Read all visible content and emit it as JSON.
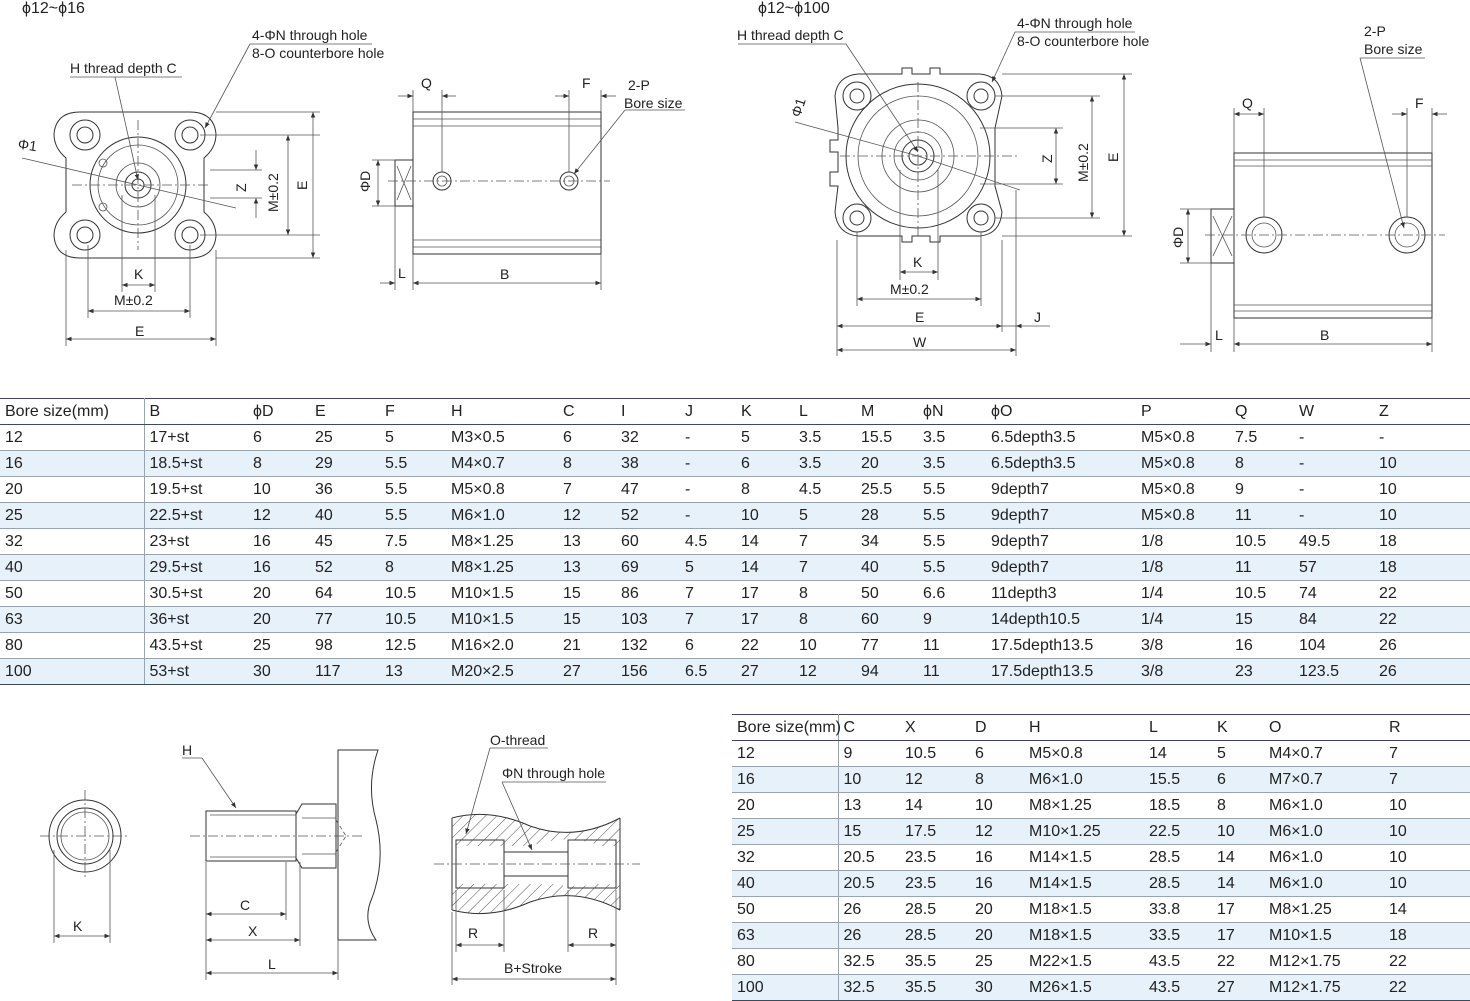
{
  "labels": {
    "range_small": "ϕ12~ϕ16",
    "range_large": "ϕ12~ϕ100",
    "thread_c": "H thread depth C",
    "n_hole": "4-ΦN through hole",
    "o_hole": "8-O counterbore hole",
    "phi1": "Φ1",
    "z": "Z",
    "m_v": "M±0.2",
    "e": "E",
    "k": "K",
    "m_h": "M±0.2",
    "q": "Q",
    "f": "F",
    "p": "2-P",
    "bore": "Bore size",
    "phid": "ΦD",
    "l": "L",
    "b": "B",
    "j": "J",
    "w": "W",
    "h": "H",
    "c": "C",
    "x": "X",
    "r": "R",
    "othread": "O-thread",
    "n_through": "ΦN through hole",
    "bstroke": "B+Stroke"
  },
  "table1": {
    "headers": [
      "Bore size(mm)",
      "B",
      "ϕD",
      "E",
      "F",
      "H",
      "C",
      "I",
      "J",
      "K",
      "L",
      "M",
      "ϕN",
      "ϕO",
      "P",
      "Q",
      "W",
      "Z"
    ],
    "rows": [
      [
        "12",
        "17+st",
        "6",
        "25",
        "5",
        "M3×0.5",
        "6",
        "32",
        "-",
        "5",
        "3.5",
        "15.5",
        "3.5",
        "6.5depth3.5",
        "M5×0.8",
        "7.5",
        "-",
        "-"
      ],
      [
        "16",
        "18.5+st",
        "8",
        "29",
        "5.5",
        "M4×0.7",
        "8",
        "38",
        "-",
        "6",
        "3.5",
        "20",
        "3.5",
        "6.5depth3.5",
        "M5×0.8",
        "8",
        "-",
        "10"
      ],
      [
        "20",
        "19.5+st",
        "10",
        "36",
        "5.5",
        "M5×0.8",
        "7",
        "47",
        "-",
        "8",
        "4.5",
        "25.5",
        "5.5",
        "9depth7",
        "M5×0.8",
        "9",
        "-",
        "10"
      ],
      [
        "25",
        "22.5+st",
        "12",
        "40",
        "5.5",
        "M6×1.0",
        "12",
        "52",
        "-",
        "10",
        "5",
        "28",
        "5.5",
        "9depth7",
        "M5×0.8",
        "11",
        "-",
        "10"
      ],
      [
        "32",
        "23+st",
        "16",
        "45",
        "7.5",
        "M8×1.25",
        "13",
        "60",
        "4.5",
        "14",
        "7",
        "34",
        "5.5",
        "9depth7",
        "1/8",
        "10.5",
        "49.5",
        "18"
      ],
      [
        "40",
        "29.5+st",
        "16",
        "52",
        "8",
        "M8×1.25",
        "13",
        "69",
        "5",
        "14",
        "7",
        "40",
        "5.5",
        "9depth7",
        "1/8",
        "11",
        "57",
        "18"
      ],
      [
        "50",
        "30.5+st",
        "20",
        "64",
        "10.5",
        "M10×1.5",
        "15",
        "86",
        "7",
        "17",
        "8",
        "50",
        "6.6",
        "11depth3",
        "1/4",
        "10.5",
        "74",
        "22"
      ],
      [
        "63",
        "36+st",
        "20",
        "77",
        "10.5",
        "M10×1.5",
        "15",
        "103",
        "7",
        "17",
        "8",
        "60",
        "9",
        "14depth10.5",
        "1/4",
        "15",
        "84",
        "22"
      ],
      [
        "80",
        "43.5+st",
        "25",
        "98",
        "12.5",
        "M16×2.0",
        "21",
        "132",
        "6",
        "22",
        "10",
        "77",
        "11",
        "17.5depth13.5",
        "3/8",
        "16",
        "104",
        "26"
      ],
      [
        "100",
        "53+st",
        "30",
        "117",
        "13",
        "M20×2.5",
        "27",
        "156",
        "6.5",
        "27",
        "12",
        "94",
        "11",
        "17.5depth13.5",
        "3/8",
        "23",
        "123.5",
        "26"
      ]
    ]
  },
  "table2": {
    "headers": [
      "Bore size(mm)",
      "C",
      "X",
      "D",
      "H",
      "L",
      "K",
      "O",
      "R"
    ],
    "rows": [
      [
        "12",
        "9",
        "10.5",
        "6",
        "M5×0.8",
        "14",
        "5",
        "M4×0.7",
        "7"
      ],
      [
        "16",
        "10",
        "12",
        "8",
        "M6×1.0",
        "15.5",
        "6",
        "M7×0.7",
        "7"
      ],
      [
        "20",
        "13",
        "14",
        "10",
        "M8×1.25",
        "18.5",
        "8",
        "M6×1.0",
        "10"
      ],
      [
        "25",
        "15",
        "17.5",
        "12",
        "M10×1.25",
        "22.5",
        "10",
        "M6×1.0",
        "10"
      ],
      [
        "32",
        "20.5",
        "23.5",
        "16",
        "M14×1.5",
        "28.5",
        "14",
        "M6×1.0",
        "10"
      ],
      [
        "40",
        "20.5",
        "23.5",
        "16",
        "M14×1.5",
        "28.5",
        "14",
        "M6×1.0",
        "10"
      ],
      [
        "50",
        "26",
        "28.5",
        "20",
        "M18×1.5",
        "33.8",
        "17",
        "M8×1.25",
        "14"
      ],
      [
        "63",
        "26",
        "28.5",
        "20",
        "M18×1.5",
        "33.5",
        "17",
        "M10×1.5",
        "18"
      ],
      [
        "80",
        "32.5",
        "35.5",
        "25",
        "M22×1.5",
        "43.5",
        "22",
        "M12×1.75",
        "22"
      ],
      [
        "100",
        "32.5",
        "35.5",
        "30",
        "M26×1.5",
        "43.5",
        "27",
        "M12×1.75",
        "22"
      ]
    ]
  }
}
